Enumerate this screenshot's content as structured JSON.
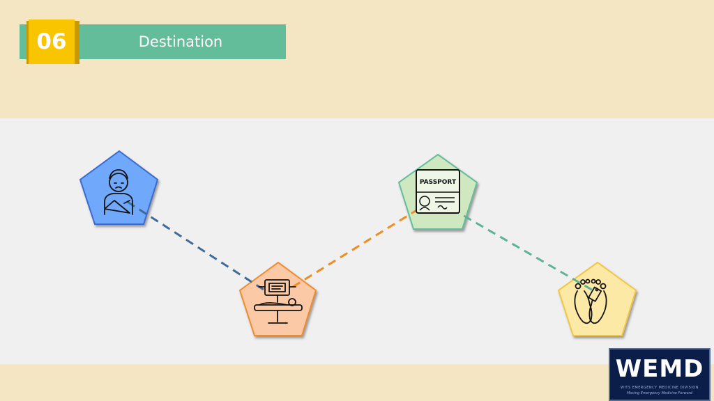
{
  "header": {
    "number": "06",
    "title": "Destination"
  },
  "diagram": {
    "nodes": [
      {
        "id": "patient",
        "icon": "injured-patient-icon",
        "fill": "#6fa8fb",
        "stroke": "#3a6bd0"
      },
      {
        "id": "icu",
        "icon": "icu-bed-monitor-icon",
        "fill": "#fbc9a6",
        "stroke": "#f08a2c"
      },
      {
        "id": "passport",
        "icon": "passport-icon",
        "fill": "#cfe8bf",
        "stroke": "#63bd9b",
        "label": "PASSPORT"
      },
      {
        "id": "morgue",
        "icon": "toe-tag-feet-icon",
        "fill": "#fde9a6",
        "stroke": "#f3c542"
      }
    ],
    "connections": [
      {
        "from": "patient",
        "to": "icu",
        "color": "#3d6b9a"
      },
      {
        "from": "icu",
        "to": "passport",
        "color": "#ef8d22"
      },
      {
        "from": "passport",
        "to": "morgue",
        "color": "#5db39a"
      }
    ]
  },
  "logo": {
    "main": "WEMD",
    "sub": "WITS EMERGENCY MEDICINE DIVISION",
    "tagline": "Moving Emergency Medicine Forward"
  }
}
